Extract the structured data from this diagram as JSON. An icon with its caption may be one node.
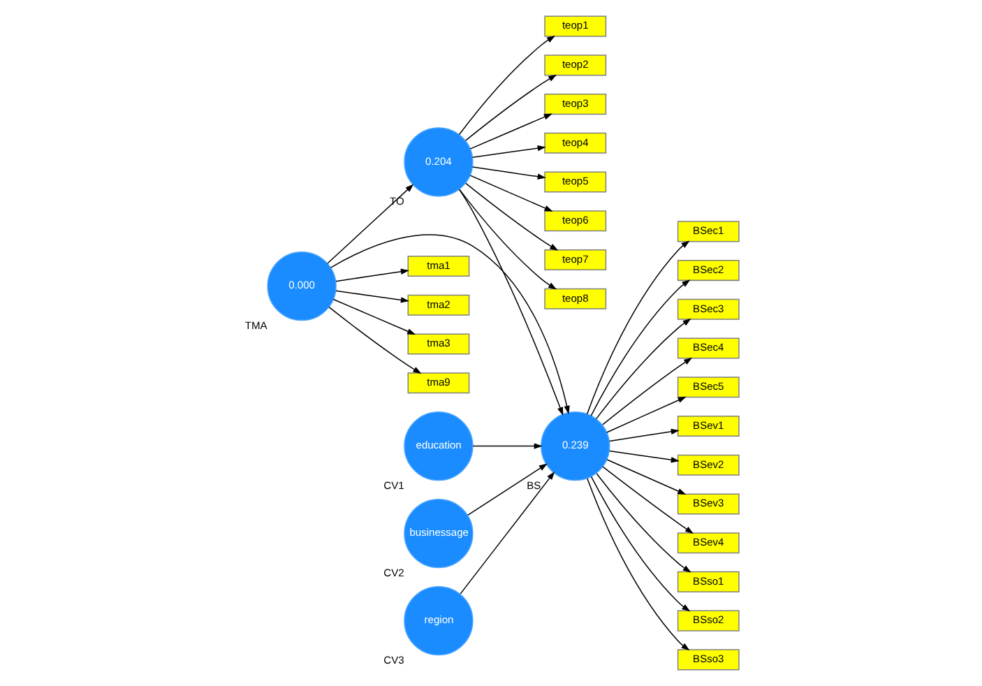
{
  "diagram": {
    "nodes": [
      {
        "text": [
          "0.000"
        ],
        "beside": [
          "TMA"
        ]
      },
      {
        "text": [
          "0.204"
        ],
        "beside": [
          "TO"
        ]
      },
      {
        "text": [
          "0.239"
        ],
        "beside": [
          "BS"
        ]
      },
      {
        "text": [
          "education"
        ],
        "beside": [
          "CV1"
        ]
      },
      {
        "text": [
          "businessage"
        ],
        "beside": [
          "CV2"
        ]
      },
      {
        "text": [
          "region"
        ],
        "beside": [
          "CV3"
        ]
      },
      {
        "text": [
          "tma1"
        ]
      },
      {
        "text": [
          "tma2"
        ]
      },
      {
        "text": [
          "tma3"
        ]
      },
      {
        "text": [
          "tma9"
        ]
      },
      {
        "text": [
          "BSec1"
        ]
      },
      {
        "text": [
          "BSec2"
        ]
      },
      {
        "text": [
          "BSec3"
        ]
      },
      {
        "text": [
          "BSec4"
        ]
      },
      {
        "text": [
          "BSec5"
        ]
      },
      {
        "text": [
          "BSev1"
        ]
      },
      {
        "text": [
          "BSev2"
        ]
      },
      {
        "text": [
          "BSev3"
        ]
      },
      {
        "text": [
          "BSev4"
        ]
      },
      {
        "text": [
          "BSso1"
        ]
      },
      {
        "text": [
          "BSso2"
        ]
      },
      {
        "text": [
          "BSso3"
        ]
      },
      {
        "text": [
          "teop1"
        ]
      },
      {
        "text": [
          "teop2"
        ]
      },
      {
        "text": [
          "teop3"
        ]
      },
      {
        "text": [
          "teop4"
        ]
      },
      {
        "text": [
          "teop5"
        ]
      },
      {
        "text": [
          "teop6"
        ]
      },
      {
        "text": [
          "teop7"
        ]
      },
      {
        "text": [
          "teop8"
        ]
      }
    ],
    "edges": [
      {
        "from": 0,
        "to": 6,
        "arrow": "to"
      },
      {
        "from": 0,
        "to": 7,
        "arrow": "to"
      },
      {
        "from": 0,
        "to": 8,
        "arrow": "to"
      },
      {
        "from": 0,
        "to": 9,
        "arrow": "to"
      },
      {
        "from": 0,
        "to": 2,
        "arrow": "to"
      },
      {
        "from": 0,
        "to": 1,
        "arrow": "to"
      },
      {
        "from": 1,
        "to": 2,
        "arrow": "to"
      },
      {
        "from": 3,
        "to": 2,
        "arrow": "to"
      },
      {
        "from": 4,
        "to": 2,
        "arrow": "to"
      },
      {
        "from": 5,
        "to": 2,
        "arrow": "to"
      },
      {
        "from": 2,
        "to": 10,
        "arrow": "to"
      },
      {
        "from": 2,
        "to": 11,
        "arrow": "to"
      },
      {
        "from": 2,
        "to": 12,
        "arrow": "to"
      },
      {
        "from": 2,
        "to": 13,
        "arrow": "to"
      },
      {
        "from": 2,
        "to": 14,
        "arrow": "to"
      },
      {
        "from": 2,
        "to": 15,
        "arrow": "to"
      },
      {
        "from": 2,
        "to": 16,
        "arrow": "to"
      },
      {
        "from": 2,
        "to": 17,
        "arrow": "to"
      },
      {
        "from": 2,
        "to": 18,
        "arrow": "to"
      },
      {
        "from": 2,
        "to": 19,
        "arrow": "to"
      },
      {
        "from": 2,
        "to": 20,
        "arrow": "to"
      },
      {
        "from": 2,
        "to": 21,
        "arrow": "to"
      },
      {
        "from": 1,
        "to": 22,
        "arrow": "to"
      },
      {
        "from": 1,
        "to": 23,
        "arrow": "to"
      },
      {
        "from": 1,
        "to": 24,
        "arrow": "to"
      },
      {
        "from": 1,
        "to": 25,
        "arrow": "to"
      },
      {
        "from": 1,
        "to": 26,
        "arrow": "to"
      },
      {
        "from": 1,
        "to": 27,
        "arrow": "to"
      },
      {
        "from": 1,
        "to": 28,
        "arrow": "to"
      },
      {
        "from": 1,
        "to": 29,
        "arrow": "to"
      }
    ]
  }
}
